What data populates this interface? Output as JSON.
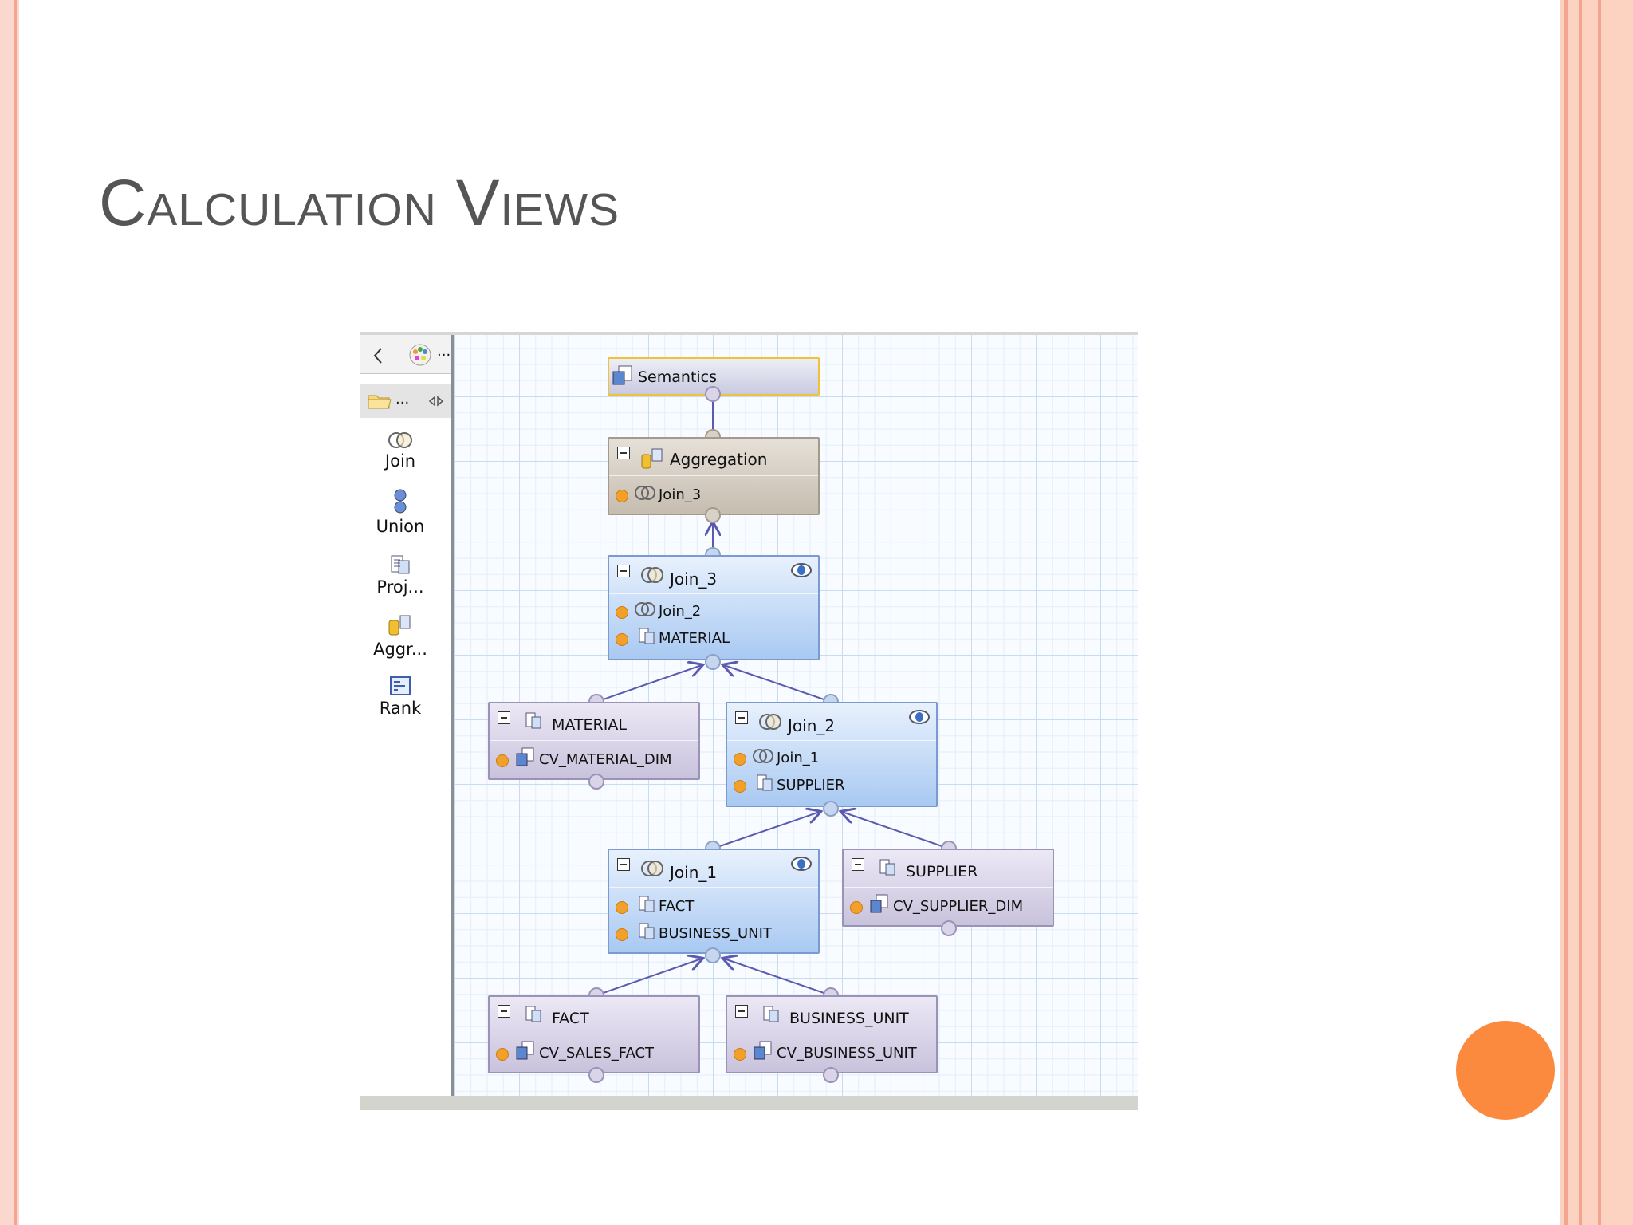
{
  "slide": {
    "title": "Calculation Views"
  },
  "palette": {
    "items": [
      {
        "label": "Join",
        "icon": "join-icon"
      },
      {
        "label": "Union",
        "icon": "union-icon"
      },
      {
        "label": "Proj...",
        "icon": "projection-icon"
      },
      {
        "label": "Aggr...",
        "icon": "aggregation-icon"
      },
      {
        "label": "Rank",
        "icon": "rank-icon"
      }
    ],
    "header_dots": "...",
    "folder_dots": "..."
  },
  "nodes": {
    "semantics": {
      "title": "Semantics"
    },
    "aggregation": {
      "title": "Aggregation",
      "inputs": [
        "Join_3"
      ]
    },
    "join3": {
      "title": "Join_3",
      "inputs": [
        "Join_2",
        "MATERIAL"
      ]
    },
    "material": {
      "title": "MATERIAL",
      "inputs": [
        "CV_MATERIAL_DIM"
      ]
    },
    "join2": {
      "title": "Join_2",
      "inputs": [
        "Join_1",
        "SUPPLIER"
      ]
    },
    "join1": {
      "title": "Join_1",
      "inputs": [
        "FACT",
        "BUSINESS_UNIT"
      ]
    },
    "supplier": {
      "title": "SUPPLIER",
      "inputs": [
        "CV_SUPPLIER_DIM"
      ]
    },
    "fact": {
      "title": "FACT",
      "inputs": [
        "CV_SALES_FACT"
      ]
    },
    "business_unit": {
      "title": "BUSINESS_UNIT",
      "inputs": [
        "CV_BUSINESS_UNIT"
      ]
    }
  },
  "colors": {
    "accent_orange": "#fb8a3e",
    "border_peach": "#fcd2c1",
    "title_gray": "#555555"
  }
}
